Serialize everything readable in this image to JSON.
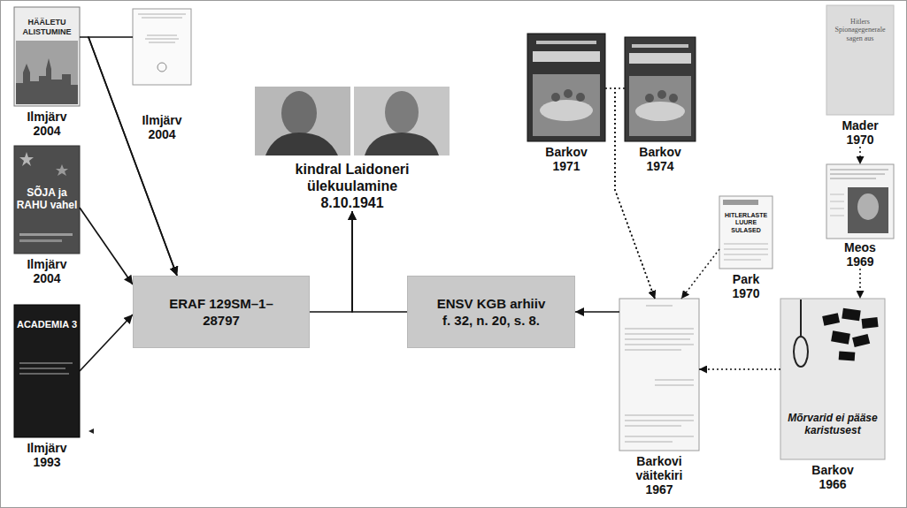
{
  "diagram": {
    "nodes": [
      {
        "text": [
          "HÄÄLETU ALISTUMINE",
          "Ilmjärv 2004"
        ]
      },
      {
        "text": [
          "Ilmjärv 2004"
        ]
      },
      {
        "text": [
          "SÕJA ja RAHU vahel",
          "Ilmjärv 2004"
        ]
      },
      {
        "text": [
          "ACADEMIA 3",
          "Ilmjärv 1993"
        ]
      },
      {
        "text": [
          "ERAF 129SM–1–28797"
        ]
      },
      {
        "text": [
          "kindral Laidoneri ülekuulamine 8.10.1941"
        ]
      },
      {
        "text": [
          "ENSV KGB arhiiv f. 32, n. 20, s. 8."
        ]
      },
      {
        "text": [
          "Barkov 1971"
        ]
      },
      {
        "text": [
          "Barkov 1974"
        ]
      },
      {
        "text": [
          "HITLERLASTE LUURE SULASED",
          "Park 1970"
        ]
      },
      {
        "text": [
          "Hitlers Spionagegenerale sagen aus",
          "Mader 1970"
        ]
      },
      {
        "text": [
          "Meos 1969"
        ]
      },
      {
        "text": [
          "Barkovi väitekiri 1967"
        ]
      },
      {
        "text": [
          "Mõrvarid ei pääse karistusest",
          "Barkov 1966"
        ]
      }
    ],
    "edges": [
      {
        "from": 0,
        "to": 4,
        "arrow": "to"
      },
      {
        "from": 1,
        "to": 4,
        "arrow": "to"
      },
      {
        "from": 2,
        "to": 4,
        "arrow": "to"
      },
      {
        "from": 3,
        "to": 4,
        "arrow": "to"
      },
      {
        "from": 4,
        "to": 5,
        "arrow": "to"
      },
      {
        "from": 6,
        "to": 5,
        "arrow": "to"
      },
      {
        "from": 12,
        "to": 6,
        "arrow": "to"
      },
      {
        "from": 7,
        "to": 12,
        "arrow": "to"
      },
      {
        "from": 8,
        "to": 12,
        "arrow": "to"
      },
      {
        "from": 9,
        "to": 12,
        "arrow": "to"
      },
      {
        "from": 10,
        "to": 11,
        "arrow": "to"
      },
      {
        "from": 11,
        "to": 13,
        "arrow": "to"
      },
      {
        "from": 13,
        "to": 12,
        "arrow": "to"
      }
    ]
  }
}
